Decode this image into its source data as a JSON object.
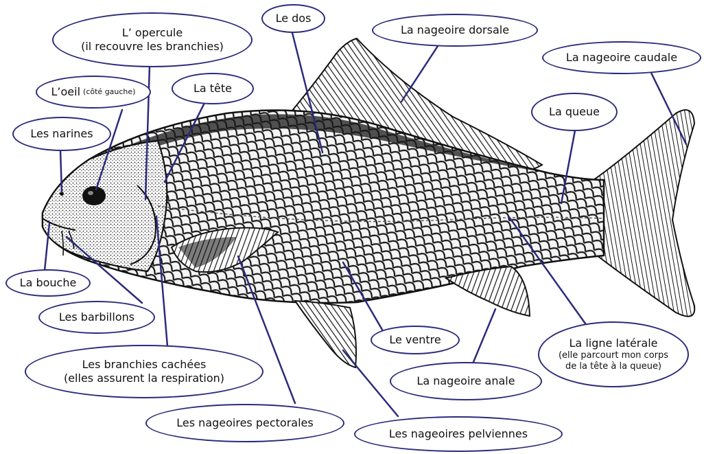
{
  "labels": {
    "opercule": {
      "line1": "L’ opercule",
      "line2": "(il recouvre les branchies)"
    },
    "dos": "Le dos",
    "dorsale": "La nageoire dorsale",
    "caudale": "La nageoire caudale",
    "oeil": {
      "main": "L’oeil",
      "note": "(côté gauche)"
    },
    "tete": "La tête",
    "narines": "Les narines",
    "queue": "La queue",
    "bouche": "La bouche",
    "barbillons": "Les barbillons",
    "branchies": {
      "line1": "Les branchies cachées",
      "line2": "(elles assurent la respiration)"
    },
    "ventre": "Le ventre",
    "laterale": {
      "line1": "La ligne latérale",
      "line2": "(elle parcourt mon corps",
      "line3": "de la tête à la queue)"
    },
    "anale": "La nageoire anale",
    "pectorales": "Les nageoires pectorales",
    "pelviennes": "Les nageoires pelviennes"
  },
  "colors": {
    "outline": "#2b2a7c",
    "ink": "#111111"
  }
}
